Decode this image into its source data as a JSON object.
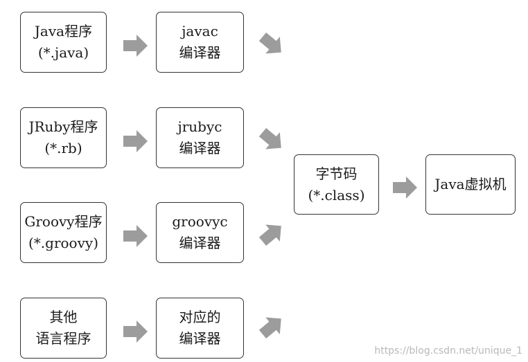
{
  "sources": [
    {
      "line1": "Java程序",
      "line2": "(*.java)"
    },
    {
      "line1": "JRuby程序",
      "line2": "(*.rb)"
    },
    {
      "line1": "Groovy程序",
      "line2": "(*.groovy)"
    },
    {
      "line1": "其他",
      "line2": "语言程序"
    }
  ],
  "compilers": [
    {
      "line1": "javac",
      "line2": "编译器"
    },
    {
      "line1": "jrubyc",
      "line2": "编译器"
    },
    {
      "line1": "groovyc",
      "line2": "编译器"
    },
    {
      "line1": "对应的",
      "line2": "编译器"
    }
  ],
  "bytecode": {
    "line1": "字节码",
    "line2": "(*.class)"
  },
  "jvm": {
    "label": "Java虚拟机"
  },
  "watermark": "https://blog.csdn.net/unique_1",
  "colors": {
    "arrow": "#9c9c9c",
    "border": "#333333"
  }
}
